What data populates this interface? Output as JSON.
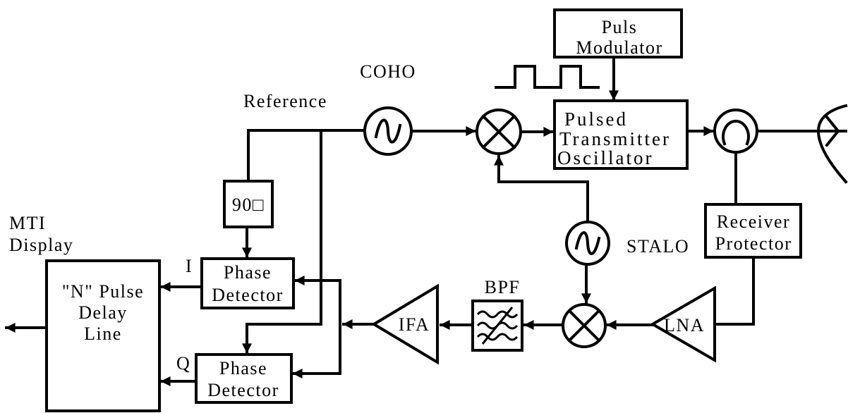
{
  "diagram": {
    "puls_modulator": {
      "line1": "Puls",
      "line2": "Modulator"
    },
    "pulsed_transmitter": {
      "line1": "Pulsed",
      "line2": "Transmitter",
      "line3": "Oscillator"
    },
    "receiver_protector": {
      "line1": "Receiver",
      "line2": "Protector"
    },
    "phase_shifter": {
      "label": "90□"
    },
    "phase_detector_i": {
      "line1": "Phase",
      "line2": "Detector"
    },
    "phase_detector_q": {
      "line1": "Phase",
      "line2": "Detector"
    },
    "delay_line": {
      "line1": "\"N\" Pulse",
      "line2": "Delay",
      "line3": "Line"
    },
    "ifa": {
      "label": "IFA"
    },
    "lna": {
      "label": "LNA"
    },
    "coho": {
      "label": "COHO"
    },
    "stalo": {
      "label": "STALO"
    },
    "bpf": {
      "label": "BPF"
    },
    "reference": {
      "label": "Reference"
    },
    "mti_display": {
      "line1": "MTI",
      "line2": "Display"
    },
    "channel_i": {
      "label": "I"
    },
    "channel_q": {
      "label": "Q"
    }
  },
  "colors": {
    "stroke": "#000000",
    "background": "#ffffff"
  }
}
